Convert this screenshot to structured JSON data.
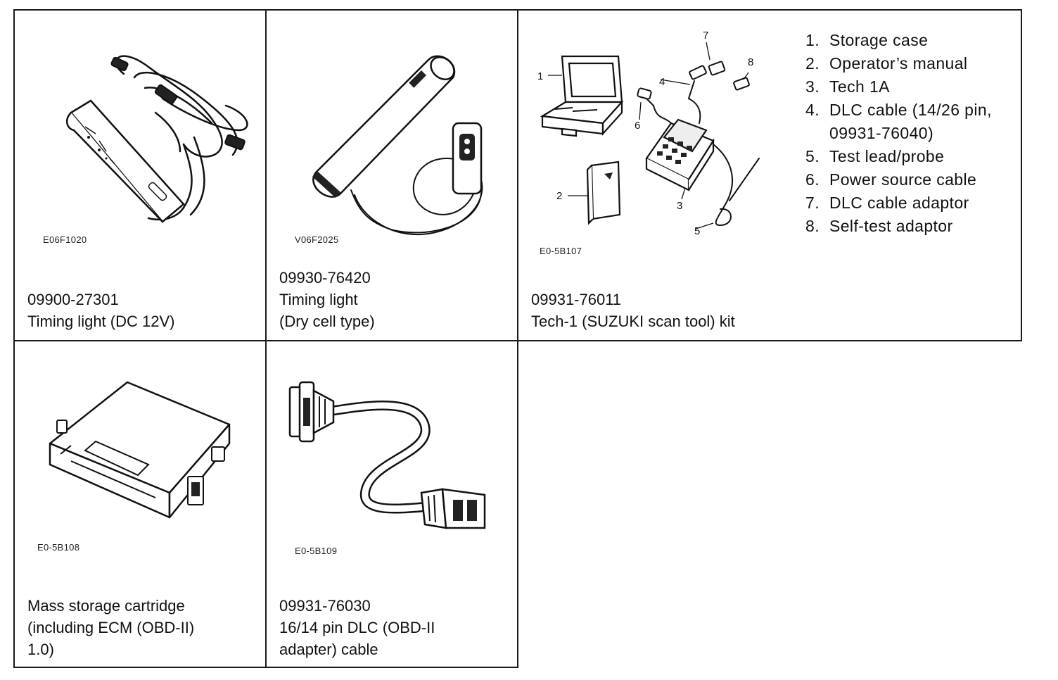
{
  "tools": [
    {
      "ref": "E06F1020",
      "caption": [
        "09900-27301",
        "Timing light (DC 12V)"
      ],
      "icon": "timing-light-dc-illustration"
    },
    {
      "ref": "V06F2025",
      "caption": [
        "09930-76420",
        "Timing light",
        "(Dry cell type)"
      ],
      "icon": "timing-light-dry-cell-illustration"
    },
    {
      "ref": "E0-5B107",
      "caption": [
        "09931-76011",
        "Tech-1 (SUZUKI scan tool) kit"
      ],
      "icon": "tech1-kit-illustration",
      "callouts": [
        "1",
        "2",
        "3",
        "4",
        "5",
        "6",
        "7",
        "8"
      ],
      "parts": [
        {
          "num": "1.",
          "label": "Storage case"
        },
        {
          "num": "2.",
          "label": "Operator’s manual"
        },
        {
          "num": "3.",
          "label": "Tech 1A"
        },
        {
          "num": "4.",
          "label": "DLC cable (14/26 pin,\n09931-76040)"
        },
        {
          "num": "5.",
          "label": "Test lead/probe"
        },
        {
          "num": "6.",
          "label": "Power source cable"
        },
        {
          "num": "7.",
          "label": "DLC cable adaptor"
        },
        {
          "num": "8.",
          "label": "Self-test adaptor"
        }
      ]
    },
    {
      "ref": "E0-5B108",
      "caption": [
        "Mass storage cartridge",
        "(including ECM (OBD-II)",
        "1.0)"
      ],
      "icon": "mass-storage-cartridge-illustration"
    },
    {
      "ref": "E0-5B109",
      "caption": [
        "09931-76030",
        "16/14 pin DLC (OBD-II",
        "adapter) cable"
      ],
      "icon": "dlc-adapter-cable-illustration"
    }
  ]
}
